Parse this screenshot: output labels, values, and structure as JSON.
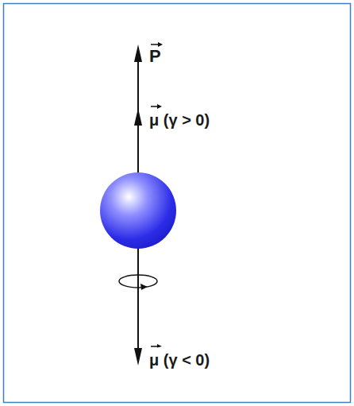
{
  "diagram": {
    "labels": [
      "P",
      "μ (γ > 0)",
      "μ (γ < 0)"
    ]
  }
}
